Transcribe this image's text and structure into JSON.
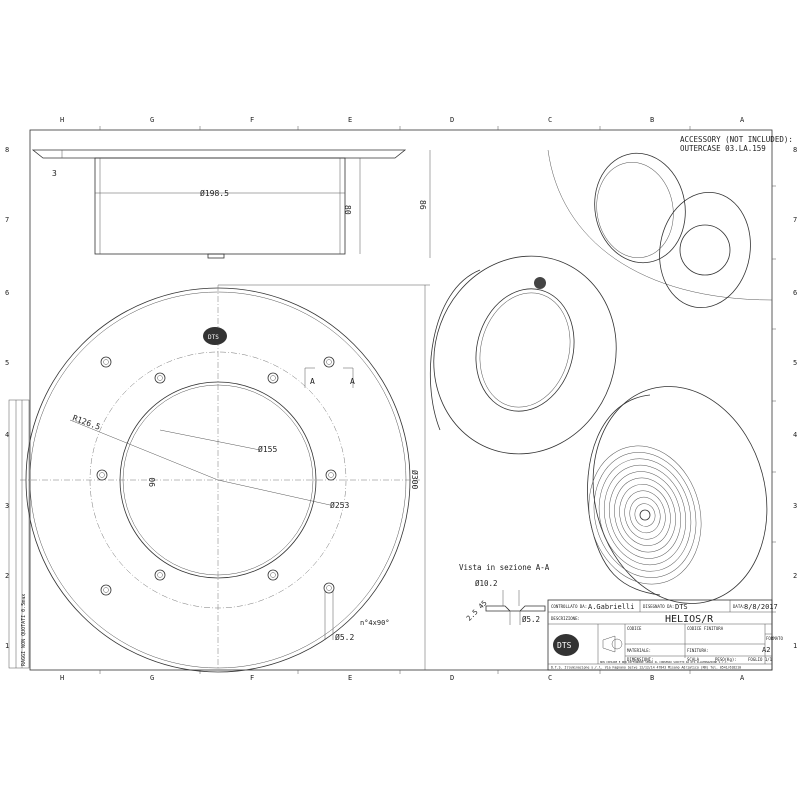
{
  "sheet": {
    "columns": [
      "H",
      "G",
      "F",
      "E",
      "D",
      "C",
      "B",
      "A"
    ],
    "rows": [
      "8",
      "7",
      "6",
      "5",
      "4",
      "3",
      "2",
      "1"
    ]
  },
  "top_view": {
    "dim_flange": "3",
    "dim_diameter": "Ø198.5",
    "dim_height": "80",
    "dim_total": "86"
  },
  "front_view": {
    "dim_radius": "R126.5",
    "dim_inner": "Ø155",
    "dim_pcd": "Ø253",
    "dim_outer": "Ø300",
    "dim_angle": "90",
    "dim_holes": "n°4x90°",
    "dim_hole": "Ø5.2",
    "section_marker": "A",
    "logo": "DTS"
  },
  "section_view": {
    "title": "Vista in sezione A-A",
    "dim_countersink": "Ø10.2",
    "dim_chamfer": "2.5 45",
    "dim_hole": "Ø5.2"
  },
  "accessory_note": {
    "line1": "ACCESSORY (NOT INCLUDED):",
    "line2": "OUTERCASE 03.LA.159"
  },
  "title_block": {
    "checked_label": "CONTROLLATO DA:",
    "checked_value": "A.Gabrielli",
    "drawn_label": "DISEGNATO DA:",
    "drawn_value": "DTS",
    "date_label": "DATA:",
    "date_value": "8/8/2017",
    "description_label": "DESCRIZIONE:",
    "description_value": "HELIOS/R",
    "code_label": "CODICE",
    "finish_code_label": "CODICE FINITURA",
    "material_label": "MATERIALE:",
    "finish_label": "FINITURA:",
    "format_label": "FORMATO",
    "format_value": "A2",
    "dimensions_label": "DIMENSIONI:",
    "scale_label": "SCALA",
    "weight_label": "PESO(Kg):",
    "sheet_label": "FOGLIO 1/1",
    "logo": "DTS",
    "copyright": "NON COPIARE E NON DIFFONDERE SENZA IL CONSENSO SCRITTO DA DTS ILLUMINAZIONE S.r.l.",
    "address": "D.T.S. Illuminazione s.r.l. Via Fagnano Selve 12/12/14 47843 Misano Adriatico (RN) Tel. 0541/618210"
  },
  "tolerance_note": "RAGGI NON QUOTATI 0.5max"
}
